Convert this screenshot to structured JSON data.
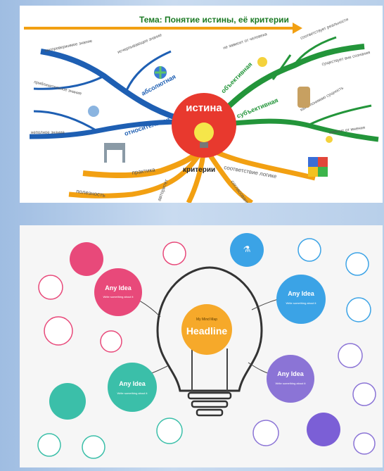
{
  "top_map": {
    "title": "Тема: Понятие истины, её критерии",
    "center": "истина",
    "sub_center": "критерии",
    "branches": {
      "absolute": "абсолютная",
      "relative": "относительная",
      "objective": "объективная",
      "subjective": "субъективная",
      "practice": "практика",
      "logic": "соответствие логике",
      "usefulness": "полезность",
      "authority": "авторитет",
      "consistency": "согласованность"
    },
    "leaves": {
      "l1": "неопровержимое знание",
      "l2": "исчерпывающее знание",
      "l3": "приблизительное знание",
      "l4": "неполное знание",
      "r1": "не зависит от человека",
      "r2": "соответствует реальности",
      "r3": "существует вне сознания",
      "r4": "зависит от мнения",
      "r5": "как я понимаю сущность"
    }
  },
  "bottom_map": {
    "headline": "Headline",
    "headline_caption": "My Mind Map",
    "idea_label": "Any Idea",
    "idea_caption": "Write something about it",
    "colors": {
      "pink": "#e8497a",
      "blue": "#3ba3e6",
      "purple": "#8b74d6",
      "teal": "#3bbfa9",
      "orange": "#f6a92a",
      "violet": "#7b5fd6"
    }
  }
}
